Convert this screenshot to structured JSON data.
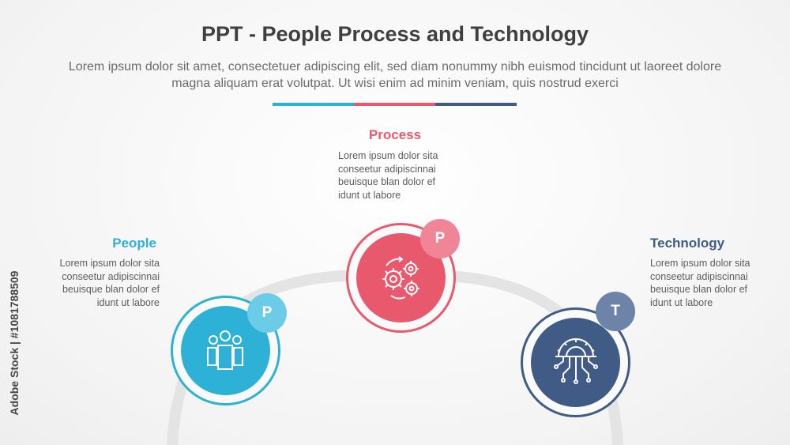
{
  "header": {
    "title": "PPT - People Process and Technology",
    "description": "Lorem ipsum dolor sit amet, consectetuer adipiscing elit, sed diam nonummy nibh euismod tincidunt ut laoreet dolore magna aliquam erat volutpat. Ut wisi enim ad minim veniam, quis nostrud exerci"
  },
  "colors": {
    "people": "#2db1d6",
    "process": "#e8596e",
    "technology": "#3f5b86",
    "arc": "#e4e4e4"
  },
  "items": [
    {
      "title": "People",
      "badge": "P",
      "icon": "people-group-icon",
      "body": "Lorem ipsum dolor sita conseetur adipiscinnai beuisque blan dolor ef idunt ut labore"
    },
    {
      "title": "Process",
      "badge": "P",
      "icon": "gears-cycle-icon",
      "body": "Lorem ipsum dolor sita conseetur adipiscinnai beuisque blan dolor ef idunt ut labore"
    },
    {
      "title": "Technology",
      "badge": "T",
      "icon": "circuit-gear-icon",
      "body": "Lorem ipsum dolor sita conseetur adipiscinnai beuisque blan dolor ef idunt ut labore"
    }
  ],
  "watermark": "Adobe Stock | #1081788509"
}
